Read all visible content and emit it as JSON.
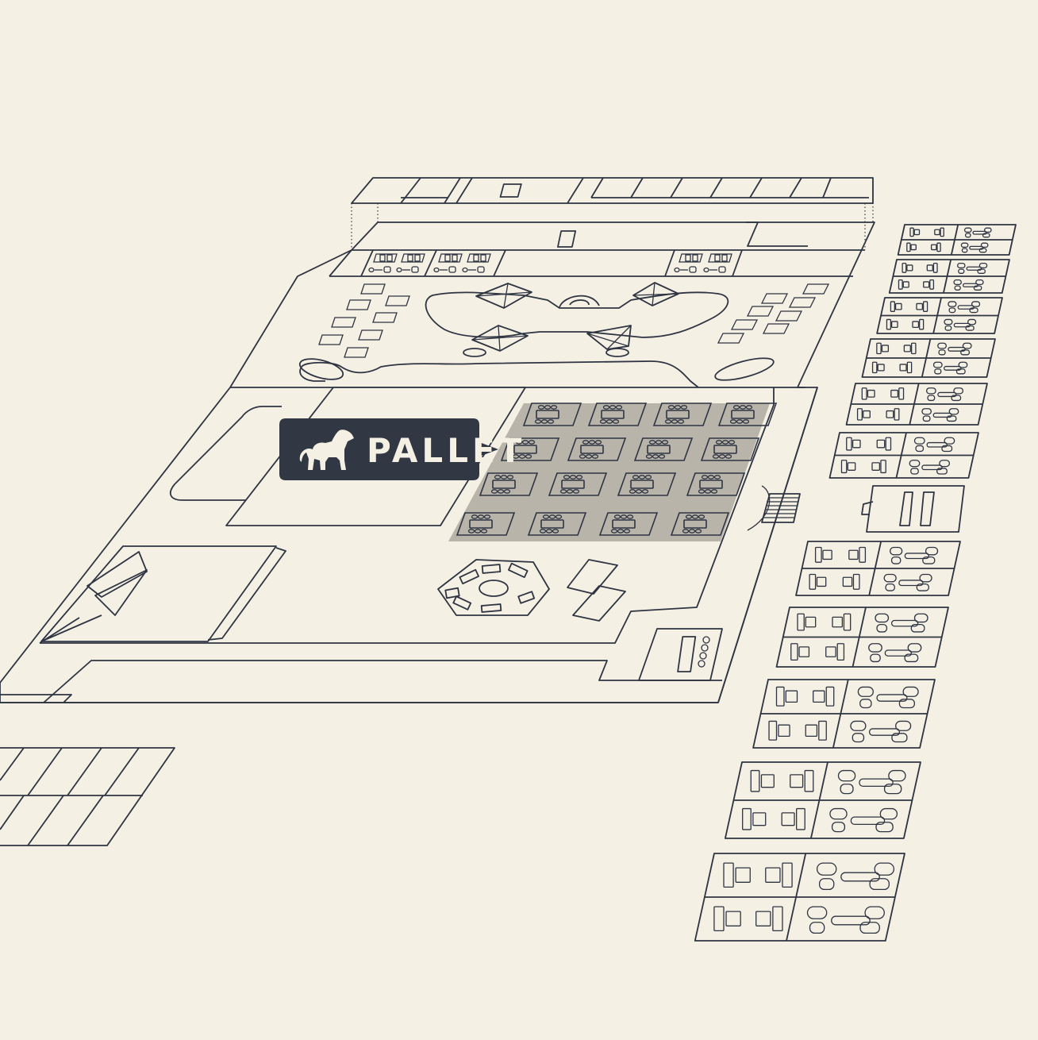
{
  "callout": {
    "label": "PALLET",
    "icon": "dog-icon",
    "bg_color": "#323744",
    "text_color": "#f5f0e4"
  },
  "colors": {
    "background": "#f5f0e4",
    "line": "#2f3442",
    "highlight": "#b8b4aa"
  },
  "highlight_zone": {
    "name": "pallet-seating",
    "rows": 4,
    "cols": 4
  }
}
